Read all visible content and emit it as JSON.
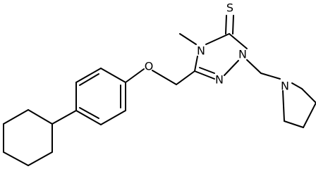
{
  "molecule": {
    "atoms": [
      {
        "id": "S1",
        "symbol": "S",
        "label": "S"
      },
      {
        "id": "N1",
        "symbol": "N",
        "label": "N"
      },
      {
        "id": "Me1",
        "symbol": "C",
        "label": ""
      },
      {
        "id": "N2",
        "symbol": "N",
        "label": "N"
      },
      {
        "id": "N3",
        "symbol": "N",
        "label": "N"
      },
      {
        "id": "O1",
        "symbol": "O",
        "label": "O"
      },
      {
        "id": "N4",
        "symbol": "N",
        "label": "N"
      }
    ],
    "bond_colour": "#000000",
    "label_colour": "#000000"
  }
}
